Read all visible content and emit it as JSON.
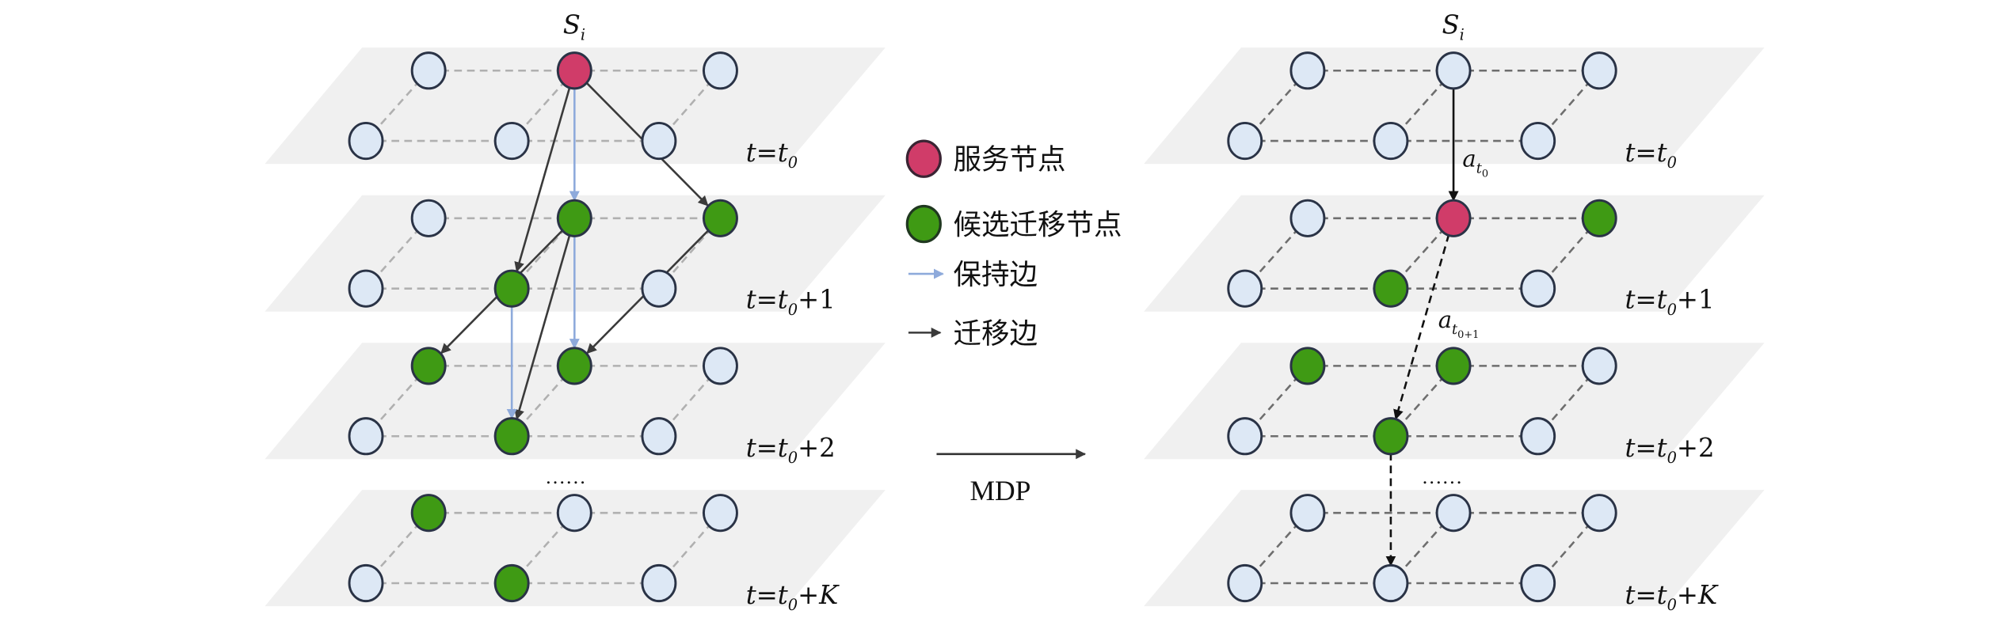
{
  "colors": {
    "plane": "#f0f0f0",
    "idle_fill": "#dde8f5",
    "service_fill": "#d03c69",
    "candidate_fill": "#3f9a14",
    "node_stroke": "#2a3346",
    "hold_edge": "#8eaadb",
    "migrate_edge": "#3a3a3a",
    "grid_left": "#b0b0b0",
    "grid_right": "#6e6e6e"
  },
  "state_label": "S",
  "state_sub": "i",
  "time_labels": [
    {
      "main": "t=t",
      "sub": "0",
      "tail": ""
    },
    {
      "main": "t=t",
      "sub": "0",
      "tail": "+1"
    },
    {
      "main": "t=t",
      "sub": "0",
      "tail": "+2"
    },
    {
      "main": "t=t",
      "sub": "0",
      "tail": "+K"
    }
  ],
  "ellipsis": "……",
  "legend": [
    {
      "icon": "service-node",
      "label": "服务节点"
    },
    {
      "icon": "candidate-node",
      "label": "候选迁移节点"
    },
    {
      "icon": "hold-edge-arrow",
      "label": "保持边"
    },
    {
      "icon": "migrate-edge-arrow",
      "label": "迁移边"
    }
  ],
  "mdp_label": "MDP",
  "left_diagram": {
    "planes": [
      [
        "idle",
        "service",
        "idle",
        "idle",
        "idle",
        "idle"
      ],
      [
        "idle",
        "candidate",
        "candidate",
        "idle",
        "candidate",
        "idle"
      ],
      [
        "candidate",
        "candidate",
        "idle",
        "idle",
        "candidate",
        "idle"
      ],
      [
        "candidate",
        "idle",
        "idle",
        "idle",
        "candidate",
        "idle"
      ]
    ],
    "edges": [
      {
        "from": [
          0,
          1
        ],
        "to": [
          1,
          4
        ],
        "kind": "migrate"
      },
      {
        "from": [
          0,
          1
        ],
        "to": [
          1,
          2
        ],
        "kind": "migrate"
      },
      {
        "from": [
          0,
          1
        ],
        "to": [
          1,
          1
        ],
        "kind": "hold"
      },
      {
        "from": [
          1,
          1
        ],
        "to": [
          2,
          0
        ],
        "kind": "migrate"
      },
      {
        "from": [
          1,
          1
        ],
        "to": [
          2,
          4
        ],
        "kind": "migrate"
      },
      {
        "from": [
          1,
          1
        ],
        "to": [
          2,
          1
        ],
        "kind": "hold"
      },
      {
        "from": [
          1,
          4
        ],
        "to": [
          2,
          4
        ],
        "kind": "hold"
      },
      {
        "from": [
          1,
          2
        ],
        "to": [
          2,
          1
        ],
        "kind": "migrate"
      }
    ]
  },
  "right_diagram": {
    "planes": [
      [
        "idle",
        "idle",
        "idle",
        "idle",
        "idle",
        "idle"
      ],
      [
        "idle",
        "service",
        "candidate",
        "idle",
        "candidate",
        "idle"
      ],
      [
        "candidate",
        "candidate",
        "idle",
        "idle",
        "candidate",
        "idle"
      ],
      [
        "idle",
        "idle",
        "idle",
        "idle",
        "idle",
        "idle"
      ]
    ],
    "edges": [
      {
        "from": [
          0,
          1
        ],
        "to": [
          1,
          1
        ],
        "kind": "action"
      },
      {
        "from": [
          1,
          1
        ],
        "to": [
          2,
          4
        ],
        "kind": "action-dashed"
      },
      {
        "from": [
          2,
          4
        ],
        "to": [
          3,
          4
        ],
        "kind": "action-dashed"
      }
    ],
    "actions": [
      {
        "main": "a",
        "sub": "t",
        "subsub": "0"
      },
      {
        "main": "a",
        "sub": "t",
        "subsub": "0+1"
      }
    ]
  }
}
